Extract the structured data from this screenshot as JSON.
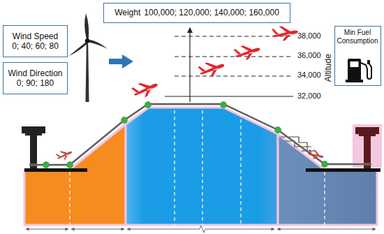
{
  "diagram": {
    "nodes": [
      {
        "text": [
          "Weight",
          "100,000; 120,000; 140,000; 160,000"
        ]
      },
      {
        "text": [
          "Wind Speed",
          "0; 40; 60; 80"
        ]
      },
      {
        "text": [
          "Wind Direction",
          "0; 90; 180"
        ]
      },
      {
        "text": [
          "Min Fuel Consumption"
        ]
      }
    ],
    "labels": [
      "38,000",
      "36,000",
      "34,000",
      "32,000",
      "Altitude"
    ]
  }
}
